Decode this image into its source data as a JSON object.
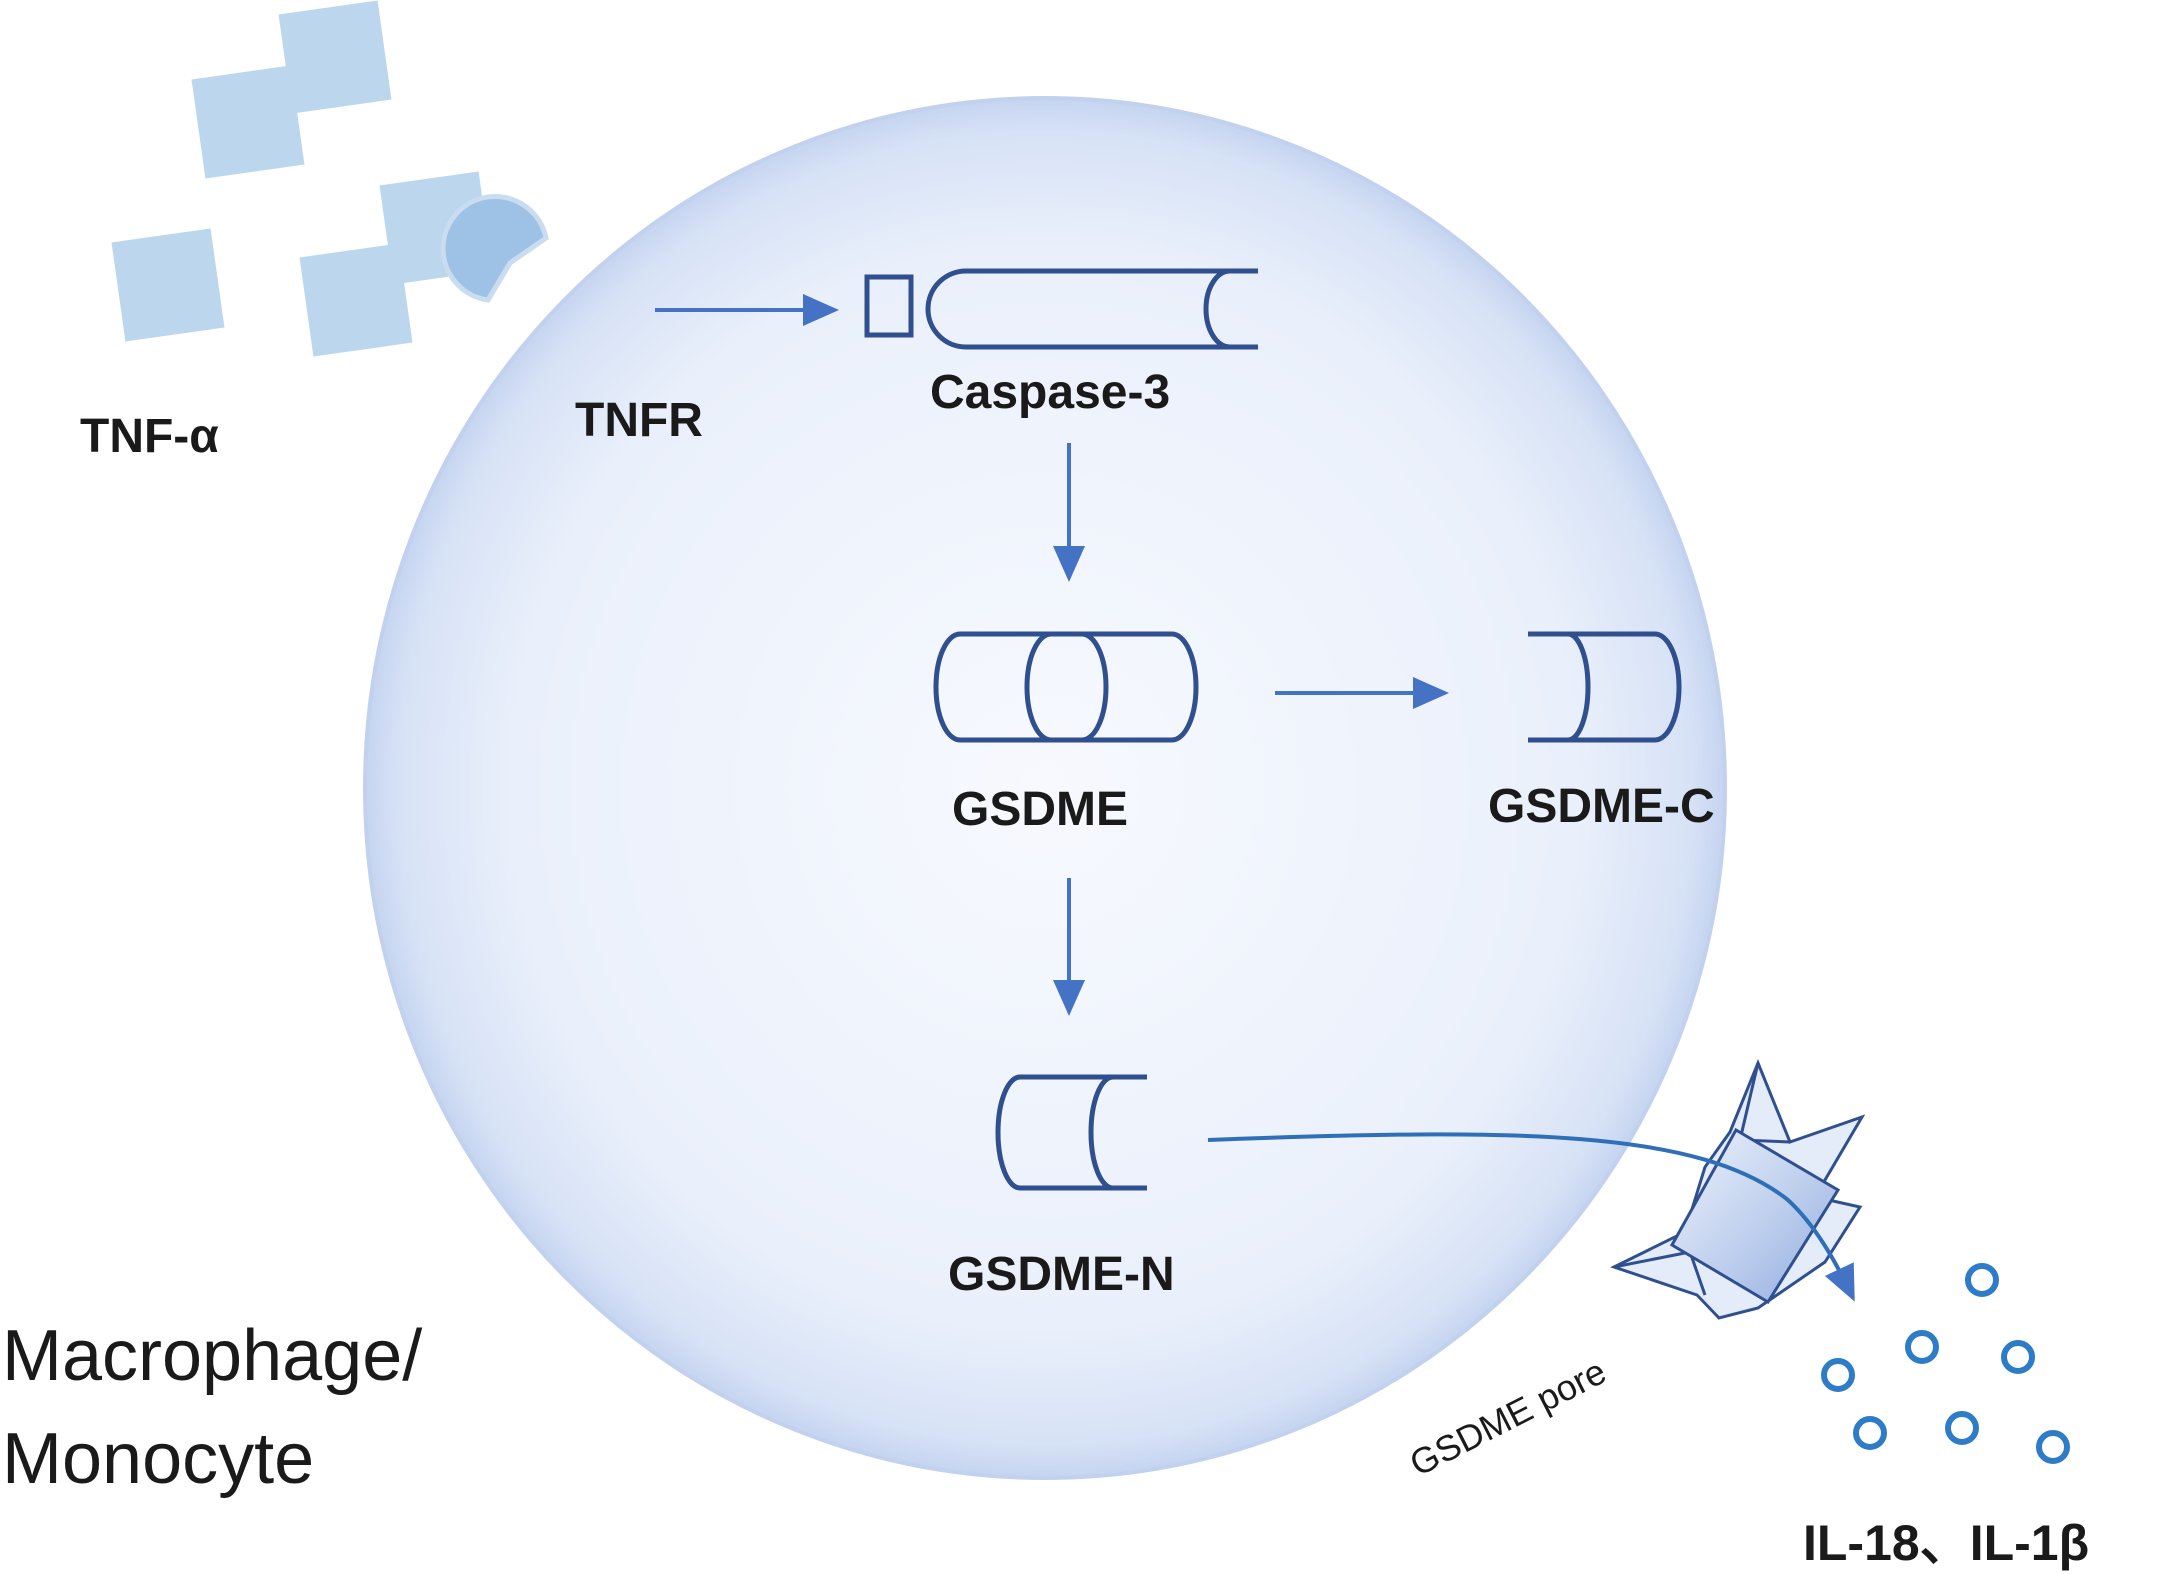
{
  "labels": {
    "tnf": "TNF-α",
    "tnfr": "TNFR",
    "caspase": "Caspase-3",
    "gsdme": "GSDME",
    "gsdme_c": "GSDME-C",
    "gsdme_n": "GSDME-N",
    "pore": "GSDME pore",
    "cytokines": "IL-18、IL-1β",
    "cell_line1": "Macrophage/",
    "cell_line2": "Monocyte"
  },
  "colors": {
    "cell_fill": "#e6ecf8",
    "cell_edge": "#b8c8ea",
    "ligand": "#bcd6ee",
    "receptor": "#9ec2e6",
    "protein_stroke": "#2f4f8f",
    "arrow": "#4472c4",
    "cytokine_ring": "#2e7cc8"
  }
}
